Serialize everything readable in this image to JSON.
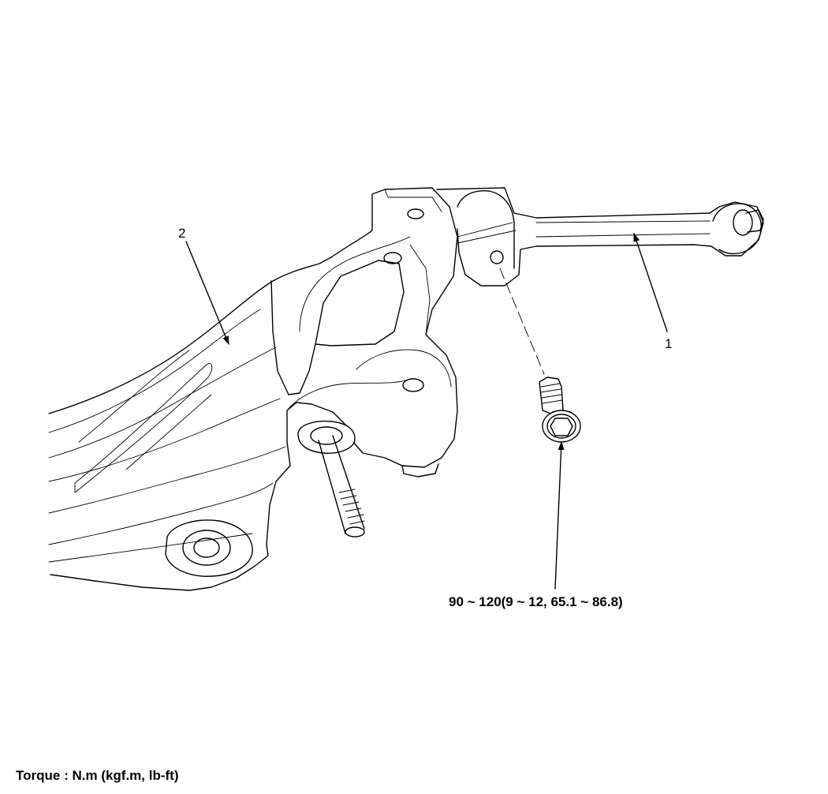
{
  "labels": {
    "part_1": "1",
    "part_2": "2",
    "torque_spec": "90 ~ 120(9 ~ 12, 65.1 ~ 86.8)",
    "torque_units": "Torque : N.m (kgf.m, lb-ft)"
  }
}
